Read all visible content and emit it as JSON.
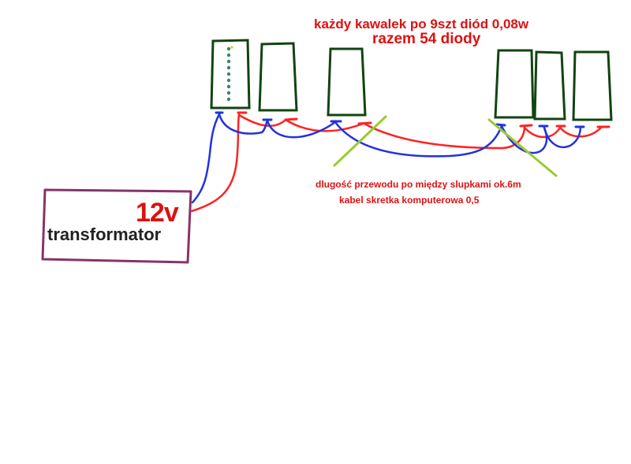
{
  "title": {
    "line1": "każdy kawalek po 9szt diód 0,08w",
    "line2": "razem 54 diody"
  },
  "transformer": {
    "voltage": "12v",
    "name": "transformator"
  },
  "cable_note": {
    "line1": "dlugość przewodu po między slupkami ok.6m",
    "line2": "kabel skretka komputerowa 0,5"
  },
  "colors": {
    "text_red": "#dd1111",
    "wire_red": "#ff2222",
    "wire_blue": "#2233dd",
    "post_outline": "#114411",
    "transformer_outline": "#883366",
    "break_mark": "#99cc33",
    "led_dots": "#338866"
  }
}
